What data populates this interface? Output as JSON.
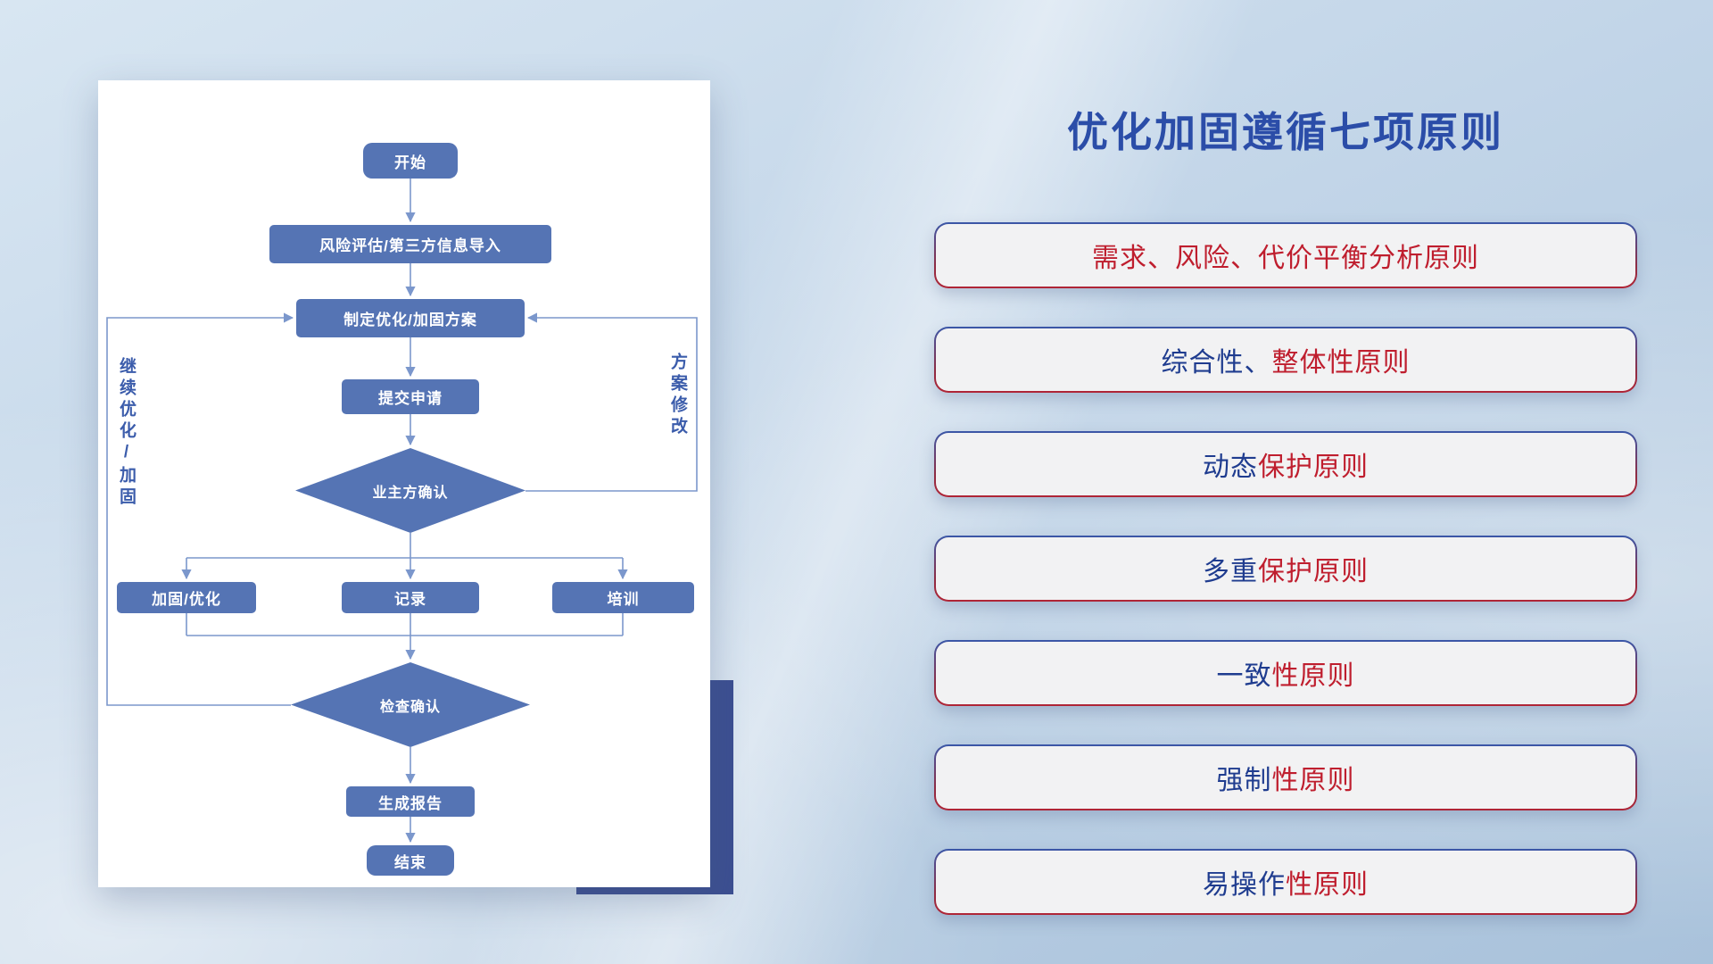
{
  "slide": {
    "title": "优化加固遵循七项原则"
  },
  "flowchart": {
    "start": "开始",
    "risk_import": "风险评估/第三方信息导入",
    "make_plan": "制定优化/加固方案",
    "submit": "提交申请",
    "owner_confirm": "业主方确认",
    "harden_optimize": "加固/优化",
    "record": "记录",
    "training": "培训",
    "check_confirm": "检查确认",
    "report": "生成报告",
    "end": "结束",
    "left_loop_label": "继续优化/加固",
    "right_loop_label": "方案修改"
  },
  "principles": [
    {
      "blue": "",
      "red": "需求、风险、代价平衡分析原则"
    },
    {
      "blue": "综合性、",
      "red": "整体性原则"
    },
    {
      "blue": "动态",
      "red": "保护原则"
    },
    {
      "blue": "多重",
      "red": "保护原则"
    },
    {
      "blue": "一致",
      "red": "性原则"
    },
    {
      "blue": "强制",
      "red": "性原则"
    },
    {
      "blue": "易操作",
      "red": "性原则"
    }
  ],
  "colors": {
    "title_blue": "#2b4da8",
    "principle_blue": "#1f3c8f",
    "principle_red": "#bf1e2e",
    "flow_node_blue": "#5574b4",
    "flow_line_blue": "#7b97cc",
    "accent_navy": "#3c4f91"
  }
}
